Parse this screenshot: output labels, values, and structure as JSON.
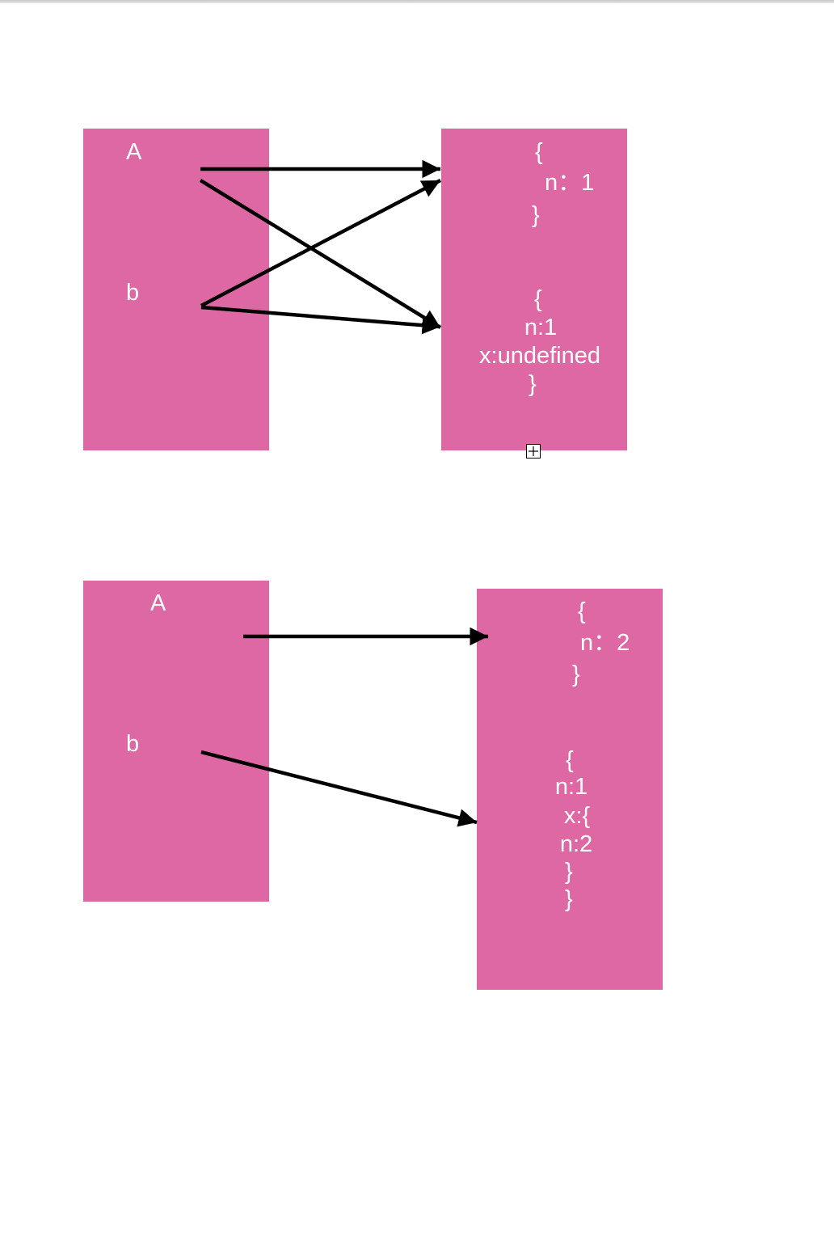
{
  "colors": {
    "box": "#de68a4",
    "text": "#ffffff",
    "arrow": "#000000"
  },
  "diagram1": {
    "left_labels": {
      "a": "A",
      "b": "b"
    },
    "object1": {
      "open": "{",
      "n": "n：1",
      "close": "}"
    },
    "object2": {
      "open": "{",
      "n": "n:1",
      "x": "x:undefined",
      "close": "}"
    },
    "handle_icon": "plus-square-icon"
  },
  "diagram2": {
    "left_labels": {
      "a": "A",
      "b": "b"
    },
    "object1": {
      "open": "{",
      "n": "n：2",
      "close": "}"
    },
    "object2": {
      "open": "{",
      "n": "n:1",
      "x": "x:{",
      "inner_n": "n:2",
      "inner_close": "}",
      "close": "}"
    }
  }
}
